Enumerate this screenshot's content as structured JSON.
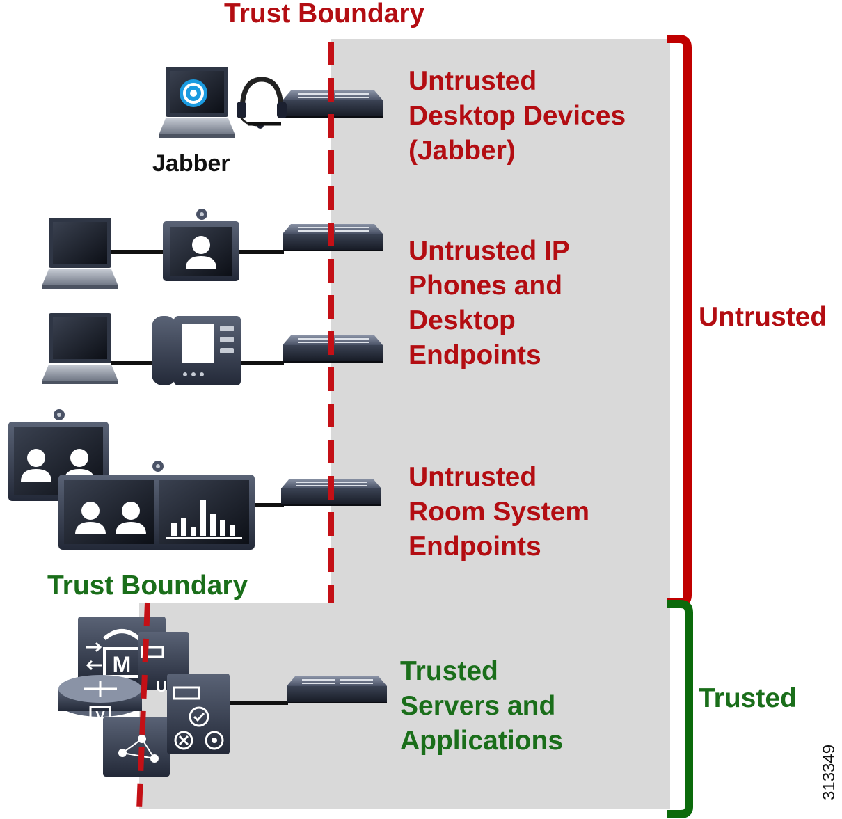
{
  "trust_boundary_top": "Trust Boundary",
  "trust_boundary_bottom": "Trust Boundary",
  "jabber_label": "Jabber",
  "zones": {
    "desktop": [
      "Untrusted",
      "Desktop Devices",
      "(Jabber)"
    ],
    "phones": [
      "Untrusted IP",
      "Phones and",
      "Desktop",
      "Endpoints"
    ],
    "room": [
      "Untrusted",
      "Room System",
      "Endpoints"
    ],
    "servers": [
      "Trusted",
      "Servers and",
      "Applications"
    ]
  },
  "untrusted_label": "Untrusted",
  "trusted_label": "Trusted",
  "figure_id": "313349",
  "icon_badges": {
    "media_server": "M",
    "unity": "U",
    "voice_router": "V"
  },
  "colors": {
    "untrusted": "#b30d12",
    "trusted": "#1a6e1a",
    "zone_fill": "#d9d9d9",
    "device_dark": "#2a3140"
  }
}
